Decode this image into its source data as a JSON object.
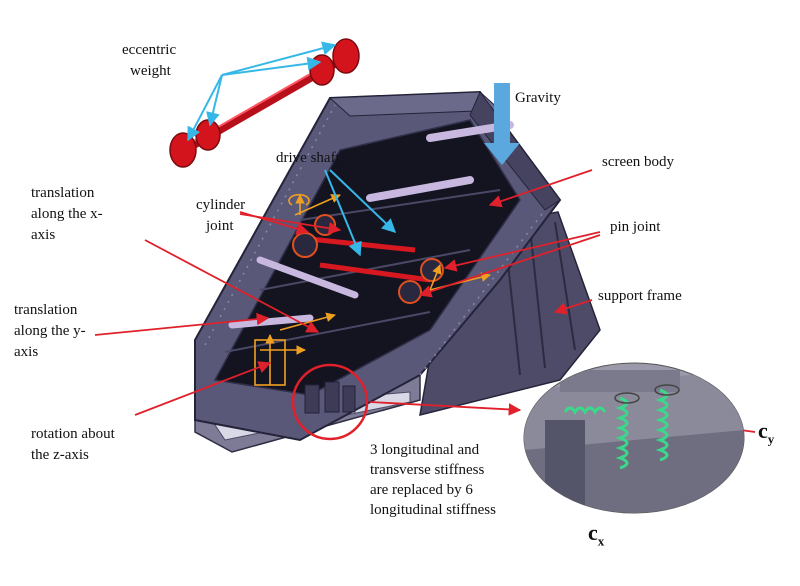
{
  "labels": {
    "eccentric_weight": [
      "eccentric",
      "weight"
    ],
    "gravity": "Gravity",
    "drive_shaft": "drive shaft",
    "screen_body": "screen body",
    "translation_x": [
      "translation",
      "along the x-",
      "axis"
    ],
    "cylinder_joint": [
      "cylinder",
      "joint"
    ],
    "pin_joint": "pin joint",
    "support_frame": "support frame",
    "translation_y": [
      "translation",
      "along the y-",
      "axis"
    ],
    "rotation_z": [
      "rotation about",
      "the z-axis"
    ],
    "stiffness_note": [
      "3 longitudinal and",
      "transverse stiffness",
      "are replaced by 6",
      "longitudinal stiffness"
    ],
    "cx": {
      "base": "c",
      "sub": "x"
    },
    "cy": {
      "base": "c",
      "sub": "y"
    }
  },
  "colors": {
    "red_arrow": "#e0202a",
    "blue_arrow": "#35b8e8",
    "gravity_arrow": "#5aa8de",
    "body": "#5a5878",
    "body_dark": "#3f3d58",
    "deck": "#141420",
    "shaft": "#c8b8e0",
    "weight": "#d4141c",
    "motion_arrows": "#f0a020",
    "spring": "#3ad98a"
  }
}
